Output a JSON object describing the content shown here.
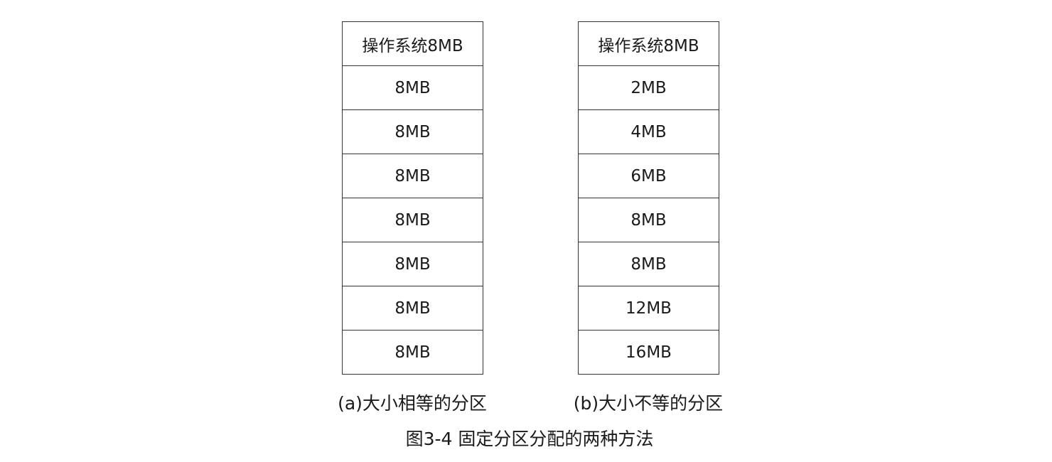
{
  "panel_a": {
    "partitions": [
      "操作系统8MB",
      "8MB",
      "8MB",
      "8MB",
      "8MB",
      "8MB",
      "8MB",
      "8MB"
    ],
    "caption": "(a)大小相等的分区"
  },
  "panel_b": {
    "partitions": [
      "操作系统8MB",
      "2MB",
      "4MB",
      "6MB",
      "8MB",
      "8MB",
      "12MB",
      "16MB"
    ],
    "caption": "(b)大小不等的分区"
  },
  "figure_title": "图3-4  固定分区分配的两种方法"
}
